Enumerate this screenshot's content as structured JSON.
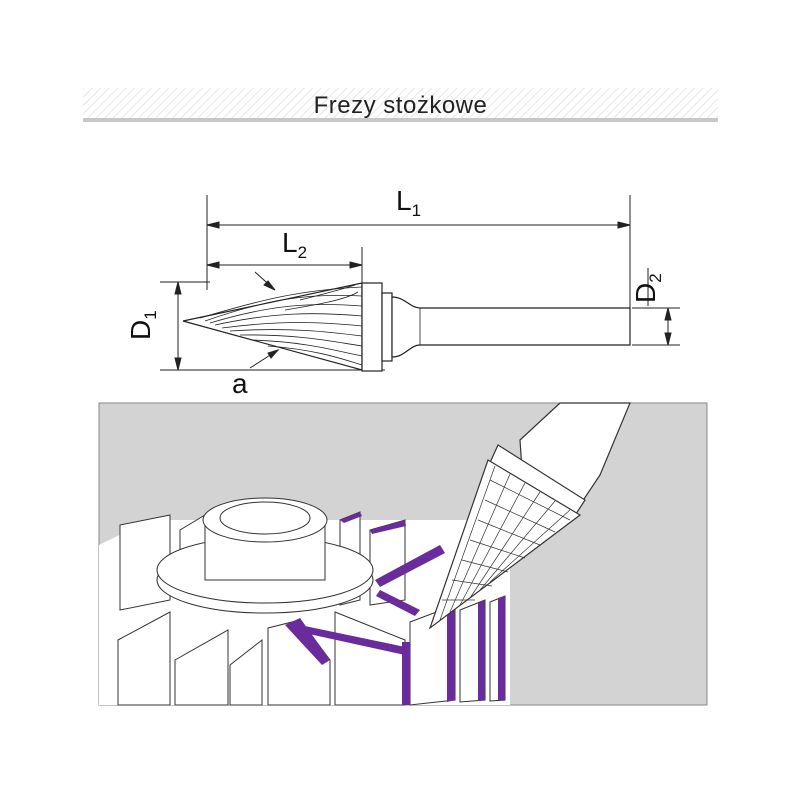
{
  "header": {
    "title": "Frezy stożkowe"
  },
  "diagram": {
    "labels": {
      "L1_main": "L",
      "L1_sub": "1",
      "L2_main": "L",
      "L2_sub": "2",
      "D1_main": "D",
      "D1_sub": "1",
      "D2_main": "D",
      "D2_sub": "2",
      "angle": "a"
    }
  },
  "colors": {
    "accent_purple": "#6a2c9c",
    "illustration_bg": "#d3d3d3",
    "header_bar": "#c8c8c8"
  }
}
